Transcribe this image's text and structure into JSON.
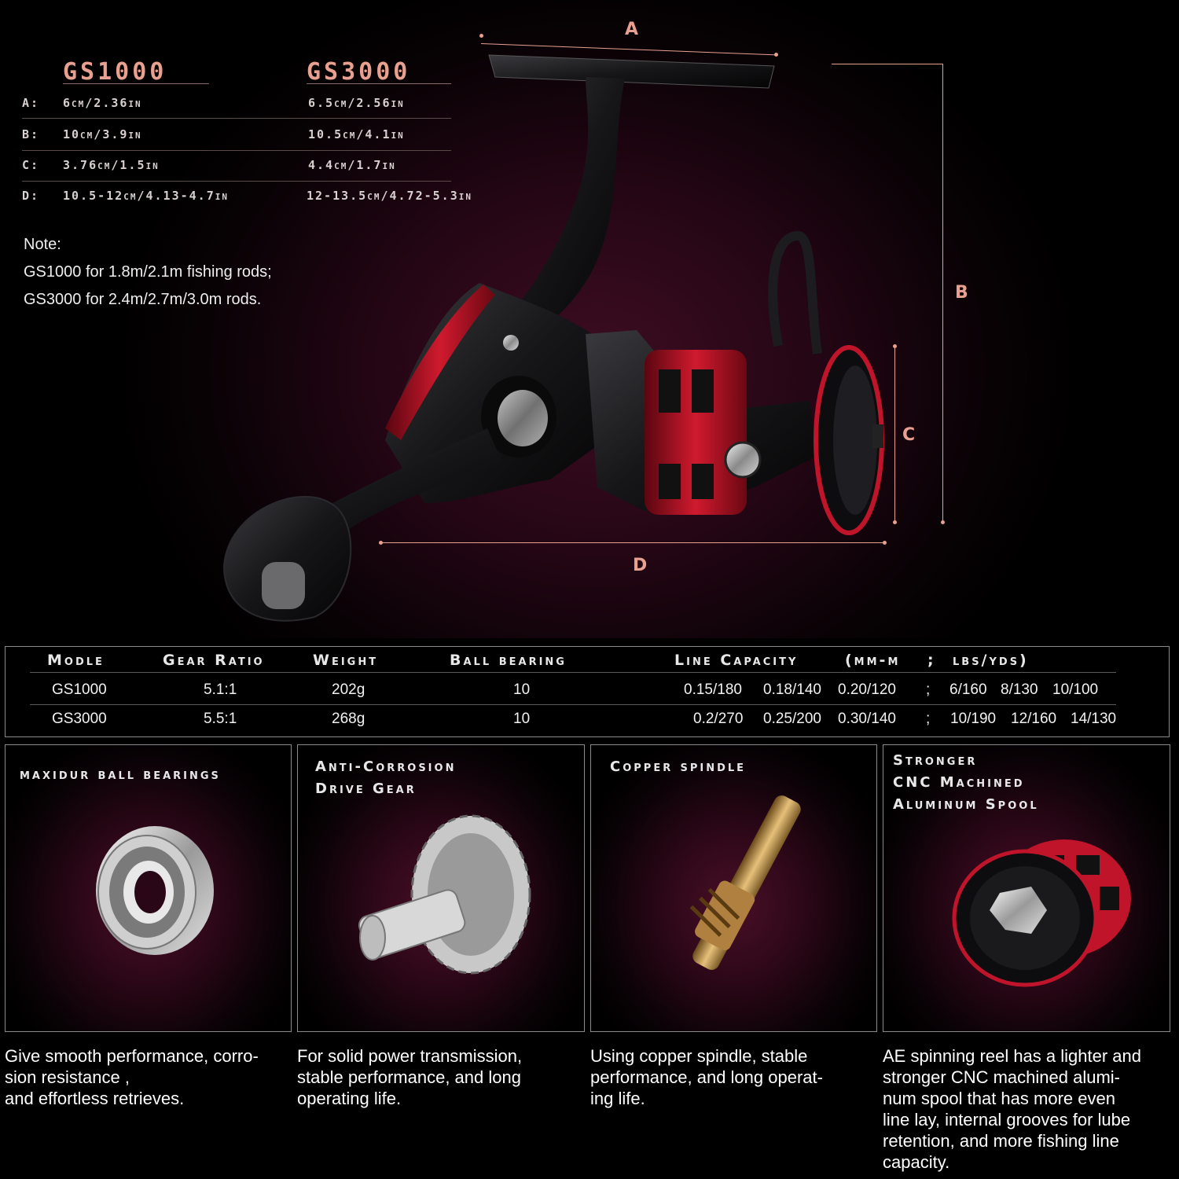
{
  "spec": {
    "col1": "GS1000",
    "col2": "GS3000",
    "rows": [
      {
        "key": "A:",
        "gs1000": "6cm/2.36in",
        "gs3000": "6.5cm/2.56in"
      },
      {
        "key": "B:",
        "gs1000": "10cm/3.9in",
        "gs3000": "10.5cm/4.1in"
      },
      {
        "key": "C:",
        "gs1000": "3.76cm/1.5in",
        "gs3000": "4.4cm/1.7in"
      },
      {
        "key": "D:",
        "gs1000": "10.5-12cm/4.13-4.7in",
        "gs3000": "12-13.5cm/4.72-5.3in"
      }
    ]
  },
  "note": {
    "title": "Note:",
    "line1": "GS1000 for 1.8m/2.1m fishing rods;",
    "line2": "GS3000 for 2.4m/2.7m/3.0m rods."
  },
  "dimensions": {
    "a": "A",
    "b": "B",
    "c": "C",
    "d": "D"
  },
  "table": {
    "headers": [
      "Modle",
      "Gear Ratio",
      "Weight",
      "Ball bearing",
      "Line Capacity",
      "(mm-m",
      ";",
      "lbs/yds)"
    ],
    "rows": [
      {
        "model": "GS1000",
        "gear": "5.1:1",
        "weight": "202g",
        "bearing": "10",
        "mm": [
          "0.15/180",
          "0.18/140",
          "0.20/120"
        ],
        "sep": ";",
        "lbs": [
          "6/160",
          "8/130",
          "10/100"
        ]
      },
      {
        "model": "GS3000",
        "gear": "5.5:1",
        "weight": "268g",
        "bearing": "10",
        "mm": [
          "0.2/270",
          "0.25/200",
          "0.30/140"
        ],
        "sep": ";",
        "lbs": [
          "10/190",
          "12/160",
          "14/130"
        ]
      }
    ]
  },
  "features": [
    {
      "title": [
        "maxidur ball bearings"
      ],
      "desc": [
        "Give smooth performance, corro-",
        "sion resistance ,",
        "and effortless retrieves."
      ]
    },
    {
      "title": [
        "Anti-Corrosion",
        "Drive Gear"
      ],
      "desc": [
        "For solid power transmission,",
        "stable performance, and long",
        "operating life."
      ]
    },
    {
      "title": [
        "Copper spindle"
      ],
      "desc": [
        "Using copper spindle, stable",
        "performance, and long operat-",
        "ing life."
      ]
    },
    {
      "title": [
        "Stronger",
        "CNC Machined",
        "Aluminum Spool"
      ],
      "desc": [
        "AE spinning reel has a lighter and",
        "stronger CNC machined alumi-",
        "num spool that has more even",
        "line lay, internal grooves for lube",
        "retention, and more fishing line",
        "capacity."
      ]
    }
  ],
  "colors": {
    "accent": "#e8a090",
    "reel_red": "#c0142a",
    "panel_bg": "#2a0716"
  }
}
